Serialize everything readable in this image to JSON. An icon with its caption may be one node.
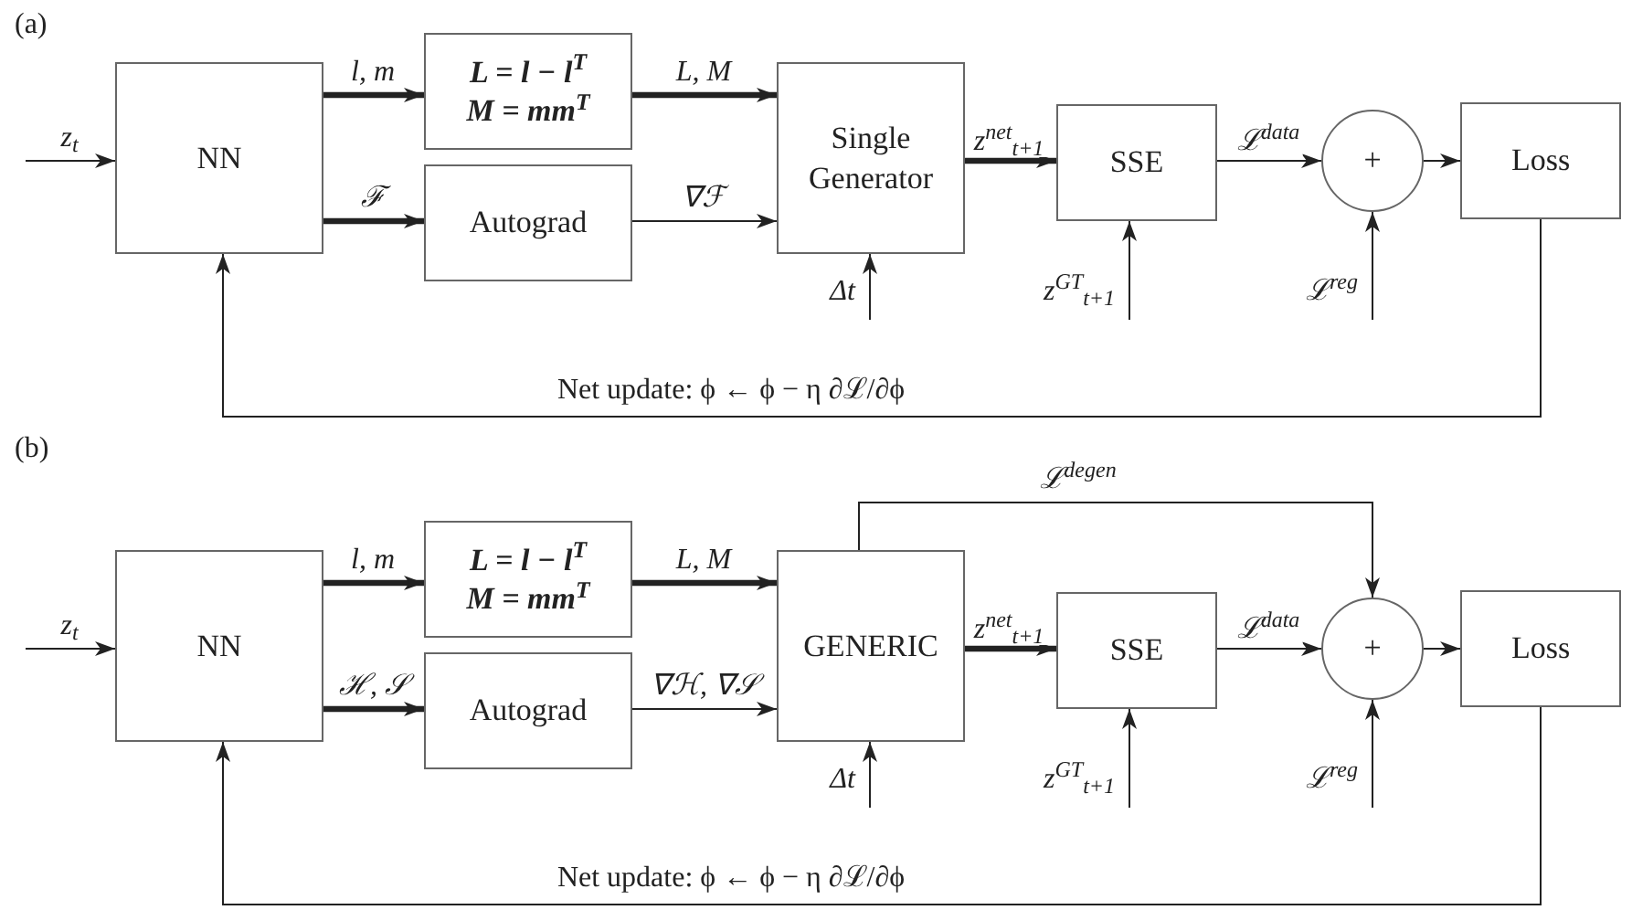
{
  "diagram": {
    "nodes": [
      {
        "text": [
          "NN"
        ]
      },
      {
        "text": [
          "L = l − l$^{T}$",
          "M = mm$^{T}$"
        ]
      },
      {
        "text": [
          "Autograd"
        ]
      },
      {
        "text": [
          "Single Generator"
        ]
      },
      {
        "text": [
          "SSE"
        ]
      },
      {
        "text": [
          "+"
        ]
      },
      {
        "text": [
          "Loss"
        ]
      },
      {
        "text": [
          "NN"
        ]
      },
      {
        "text": [
          "L = l − l$^{T}$",
          "M = mm$^{T}$"
        ]
      },
      {
        "text": [
          "Autograd"
        ]
      },
      {
        "text": [
          "GENERIC"
        ]
      },
      {
        "text": [
          "SSE"
        ]
      },
      {
        "text": [
          "+"
        ]
      },
      {
        "text": [
          "Loss"
        ]
      }
    ],
    "edges": [
      {
        "from": null,
        "to": 0,
        "arrow": "to",
        "label": "z$_{t}$"
      },
      {
        "from": 0,
        "to": 1,
        "arrow": "to",
        "label": "l, m",
        "style": "thick"
      },
      {
        "from": 0,
        "to": 2,
        "arrow": "to",
        "label": "ℱ",
        "style": "thick"
      },
      {
        "from": 1,
        "to": 3,
        "arrow": "to",
        "label": "L, M",
        "style": "thick"
      },
      {
        "from": 2,
        "to": 3,
        "arrow": "to",
        "label": "∇ℱ"
      },
      {
        "from": 3,
        "to": 4,
        "arrow": "to",
        "label": "z$^{net}$$_{t+1}$",
        "style": "thick"
      },
      {
        "from": 4,
        "to": 5,
        "arrow": "to",
        "label": "ℒ$^{data}$"
      },
      {
        "from": 5,
        "to": 6,
        "arrow": "to"
      },
      {
        "from": null,
        "to": 3,
        "arrow": "to",
        "label": "Δt"
      },
      {
        "from": null,
        "to": 4,
        "arrow": "to",
        "label": "z$^{GT}$$_{t+1}$"
      },
      {
        "from": null,
        "to": 5,
        "arrow": "to",
        "label": "ℒ$^{reg}$"
      },
      {
        "from": 6,
        "to": 0,
        "arrow": "to",
        "label": "Net update: ϕ ← ϕ − η ∂ℒ/∂ϕ"
      },
      {
        "from": null,
        "to": 7,
        "arrow": "to",
        "label": "z$_{t}$"
      },
      {
        "from": 7,
        "to": 8,
        "arrow": "to",
        "label": "l, m",
        "style": "thick"
      },
      {
        "from": 7,
        "to": 9,
        "arrow": "to",
        "label": "ℋ, 𝒮",
        "style": "thick"
      },
      {
        "from": 8,
        "to": 10,
        "arrow": "to",
        "label": "L, M",
        "style": "thick"
      },
      {
        "from": 9,
        "to": 10,
        "arrow": "to",
        "label": "∇ℋ, ∇𝒮"
      },
      {
        "from": 10,
        "to": 11,
        "arrow": "to",
        "label": "z$^{net}$$_{t+1}$",
        "style": "thick"
      },
      {
        "from": 11,
        "to": 12,
        "arrow": "to",
        "label": "ℒ$^{data}$"
      },
      {
        "from": 12,
        "to": 13,
        "arrow": "to"
      },
      {
        "from": null,
        "to": 10,
        "arrow": "to",
        "label": "Δt"
      },
      {
        "from": null,
        "to": 11,
        "arrow": "to",
        "label": "z$^{GT}$$_{t+1}$"
      },
      {
        "from": null,
        "to": 12,
        "arrow": "to",
        "label": "ℒ$^{reg}$"
      },
      {
        "from": 13,
        "to": 7,
        "arrow": "to",
        "label": "Net update: ϕ ← ϕ − η ∂ℒ/∂ϕ"
      },
      {
        "from": 10,
        "to": 12,
        "arrow": "to",
        "label": "ℒ$^{degen}$"
      }
    ],
    "labels": [
      "(a)",
      "(b)"
    ]
  }
}
